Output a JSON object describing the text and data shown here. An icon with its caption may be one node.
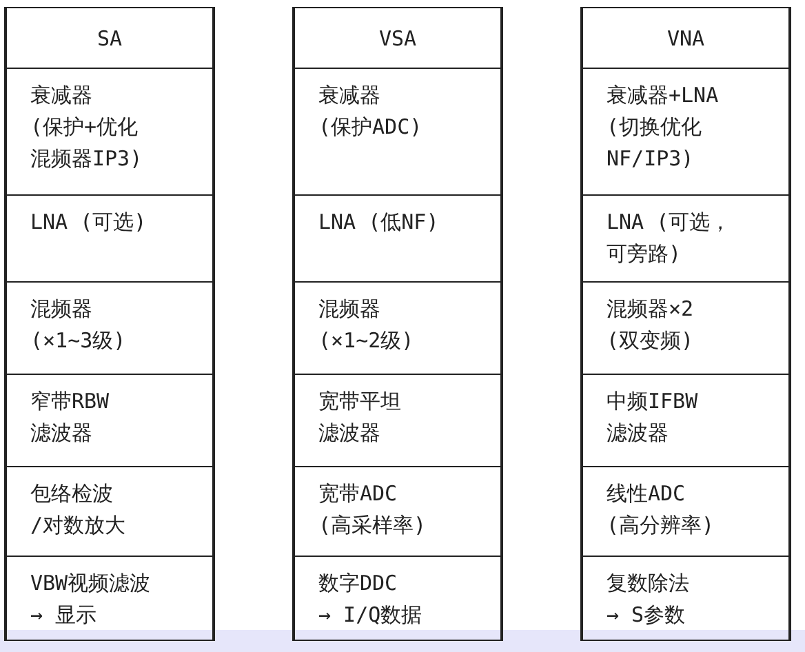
{
  "diagram": {
    "nodes": [
      {
        "text": [
          "SA"
        ]
      },
      {
        "text": [
          "衰减器",
          "(保护+优化混频器IP3)"
        ],
        "in": 0
      },
      {
        "text": [
          "LNA (可选)"
        ],
        "in": 0
      },
      {
        "text": [
          "混频器",
          "(×1~3级)"
        ],
        "in": 0
      },
      {
        "text": [
          "窄带RBW滤波器"
        ],
        "in": 0
      },
      {
        "text": [
          "包络检波",
          "/对数放大"
        ],
        "in": 0
      },
      {
        "text": [
          "VBW视频滤波",
          "→ 显示"
        ],
        "in": 0
      },
      {
        "text": [
          "VSA"
        ]
      },
      {
        "text": [
          "衰减器",
          "(保护ADC)"
        ],
        "in": 7
      },
      {
        "text": [
          "LNA (低NF)"
        ],
        "in": 7
      },
      {
        "text": [
          "混频器",
          "(×1~2级)"
        ],
        "in": 7
      },
      {
        "text": [
          "宽带平坦滤波器"
        ],
        "in": 7
      },
      {
        "text": [
          "宽带ADC",
          "(高采样率)"
        ],
        "in": 7
      },
      {
        "text": [
          "数字DDC",
          "→ I/Q数据"
        ],
        "in": 7
      },
      {
        "text": [
          "VNA"
        ]
      },
      {
        "text": [
          "衰减器+LNA",
          "(切换优化NF/IP3)"
        ],
        "in": 14
      },
      {
        "text": [
          "LNA (可选，可旁路)"
        ],
        "in": 14
      },
      {
        "text": [
          "混频器×2",
          "(双变频)"
        ],
        "in": 14
      },
      {
        "text": [
          "中频IFBW滤波器"
        ],
        "in": 14
      },
      {
        "text": [
          "线性ADC",
          "(高分辨率)"
        ],
        "in": 14
      },
      {
        "text": [
          "复数除法",
          "→ S参数"
        ],
        "in": 14
      }
    ]
  }
}
